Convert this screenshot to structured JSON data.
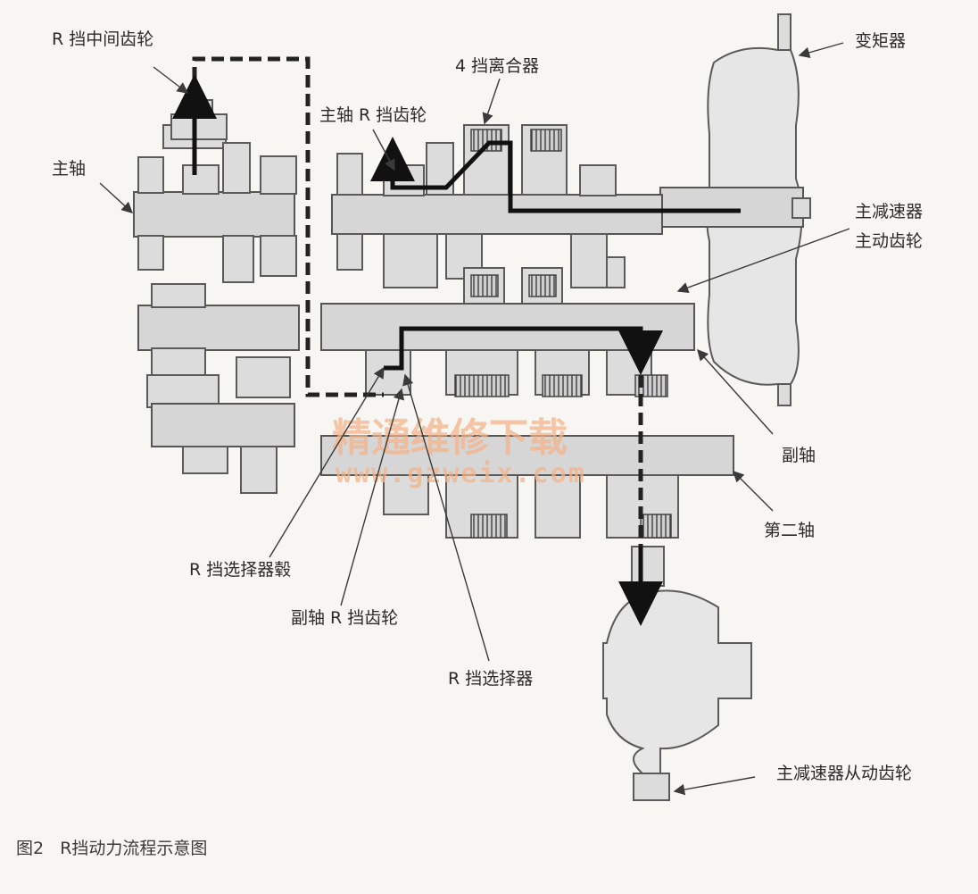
{
  "labels": {
    "r_idler_gear": "R 挡中间齿轮",
    "main_shaft": "主轴",
    "mainshaft_r_gear": "主轴 R 挡齿轮",
    "fourth_clutch": "4 挡离合器",
    "torque_converter": "变矩器",
    "final_drive_gear_line1": "主减速器",
    "final_drive_gear_line2": "主动齿轮",
    "countershaft": "副轴",
    "second_shaft": "第二轴",
    "r_selector_hub": "R 挡选择器毂",
    "countershaft_r_gear": "副轴 R 挡齿轮",
    "r_selector": "R 挡选择器",
    "final_driven_gear": "主减速器从动齿轮"
  },
  "caption": "图2   R挡动力流程示意图",
  "watermark": {
    "line1": "精通维修下载",
    "line2": "www.gzweix.com"
  },
  "colors": {
    "watermark": "#f3b48a",
    "flow_line": "#111111"
  }
}
